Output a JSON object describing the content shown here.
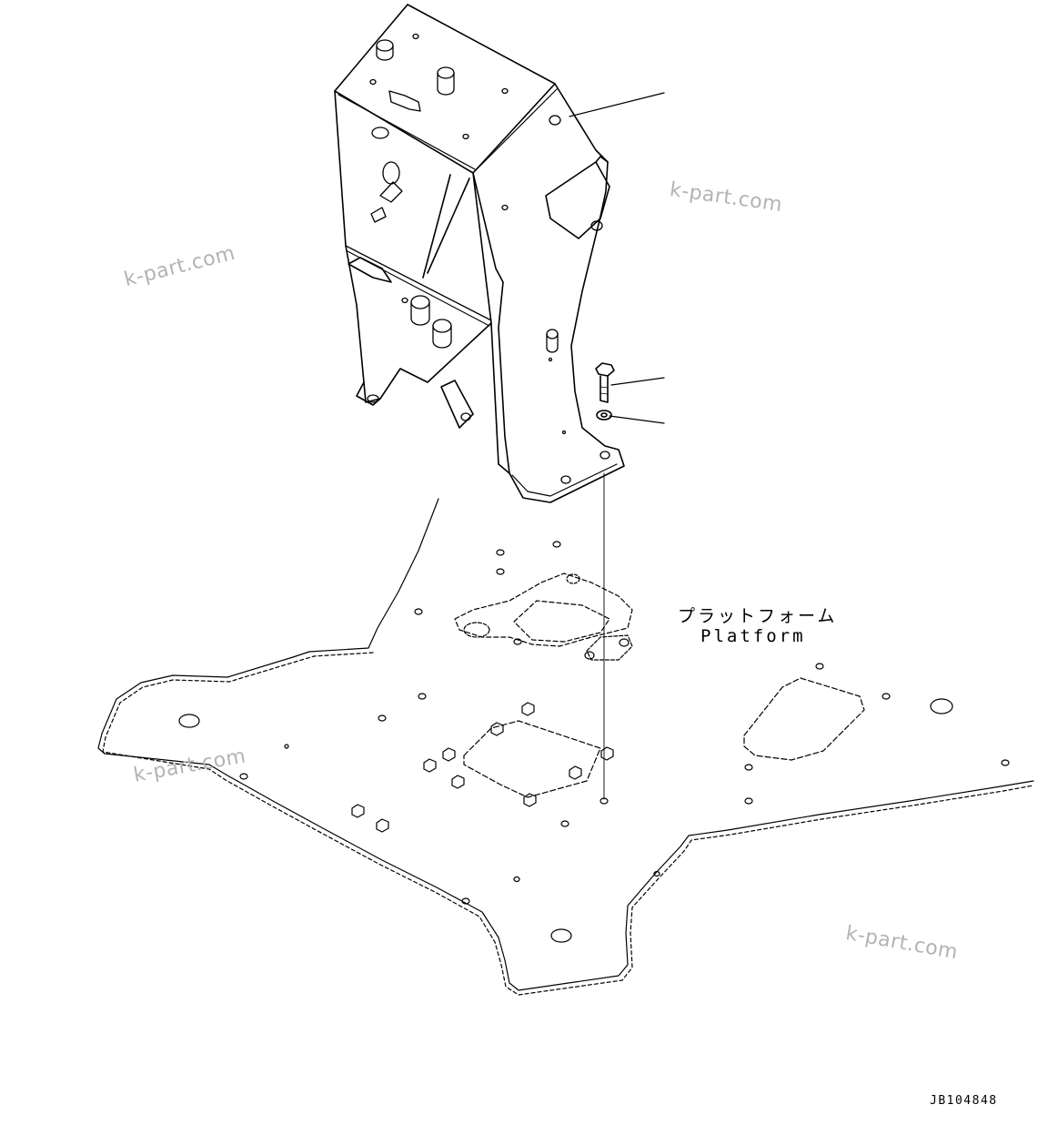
{
  "labels": {
    "platform_jp": "プラットフォーム",
    "platform_en": "Platform"
  },
  "drawing_code": "JB104848",
  "watermarks": [
    "k-part.com",
    "k-part.com",
    "k-part.com",
    "k-part.com"
  ],
  "colors": {
    "line": "#000000",
    "watermark": "#b3b3b3",
    "background": "#ffffff"
  }
}
